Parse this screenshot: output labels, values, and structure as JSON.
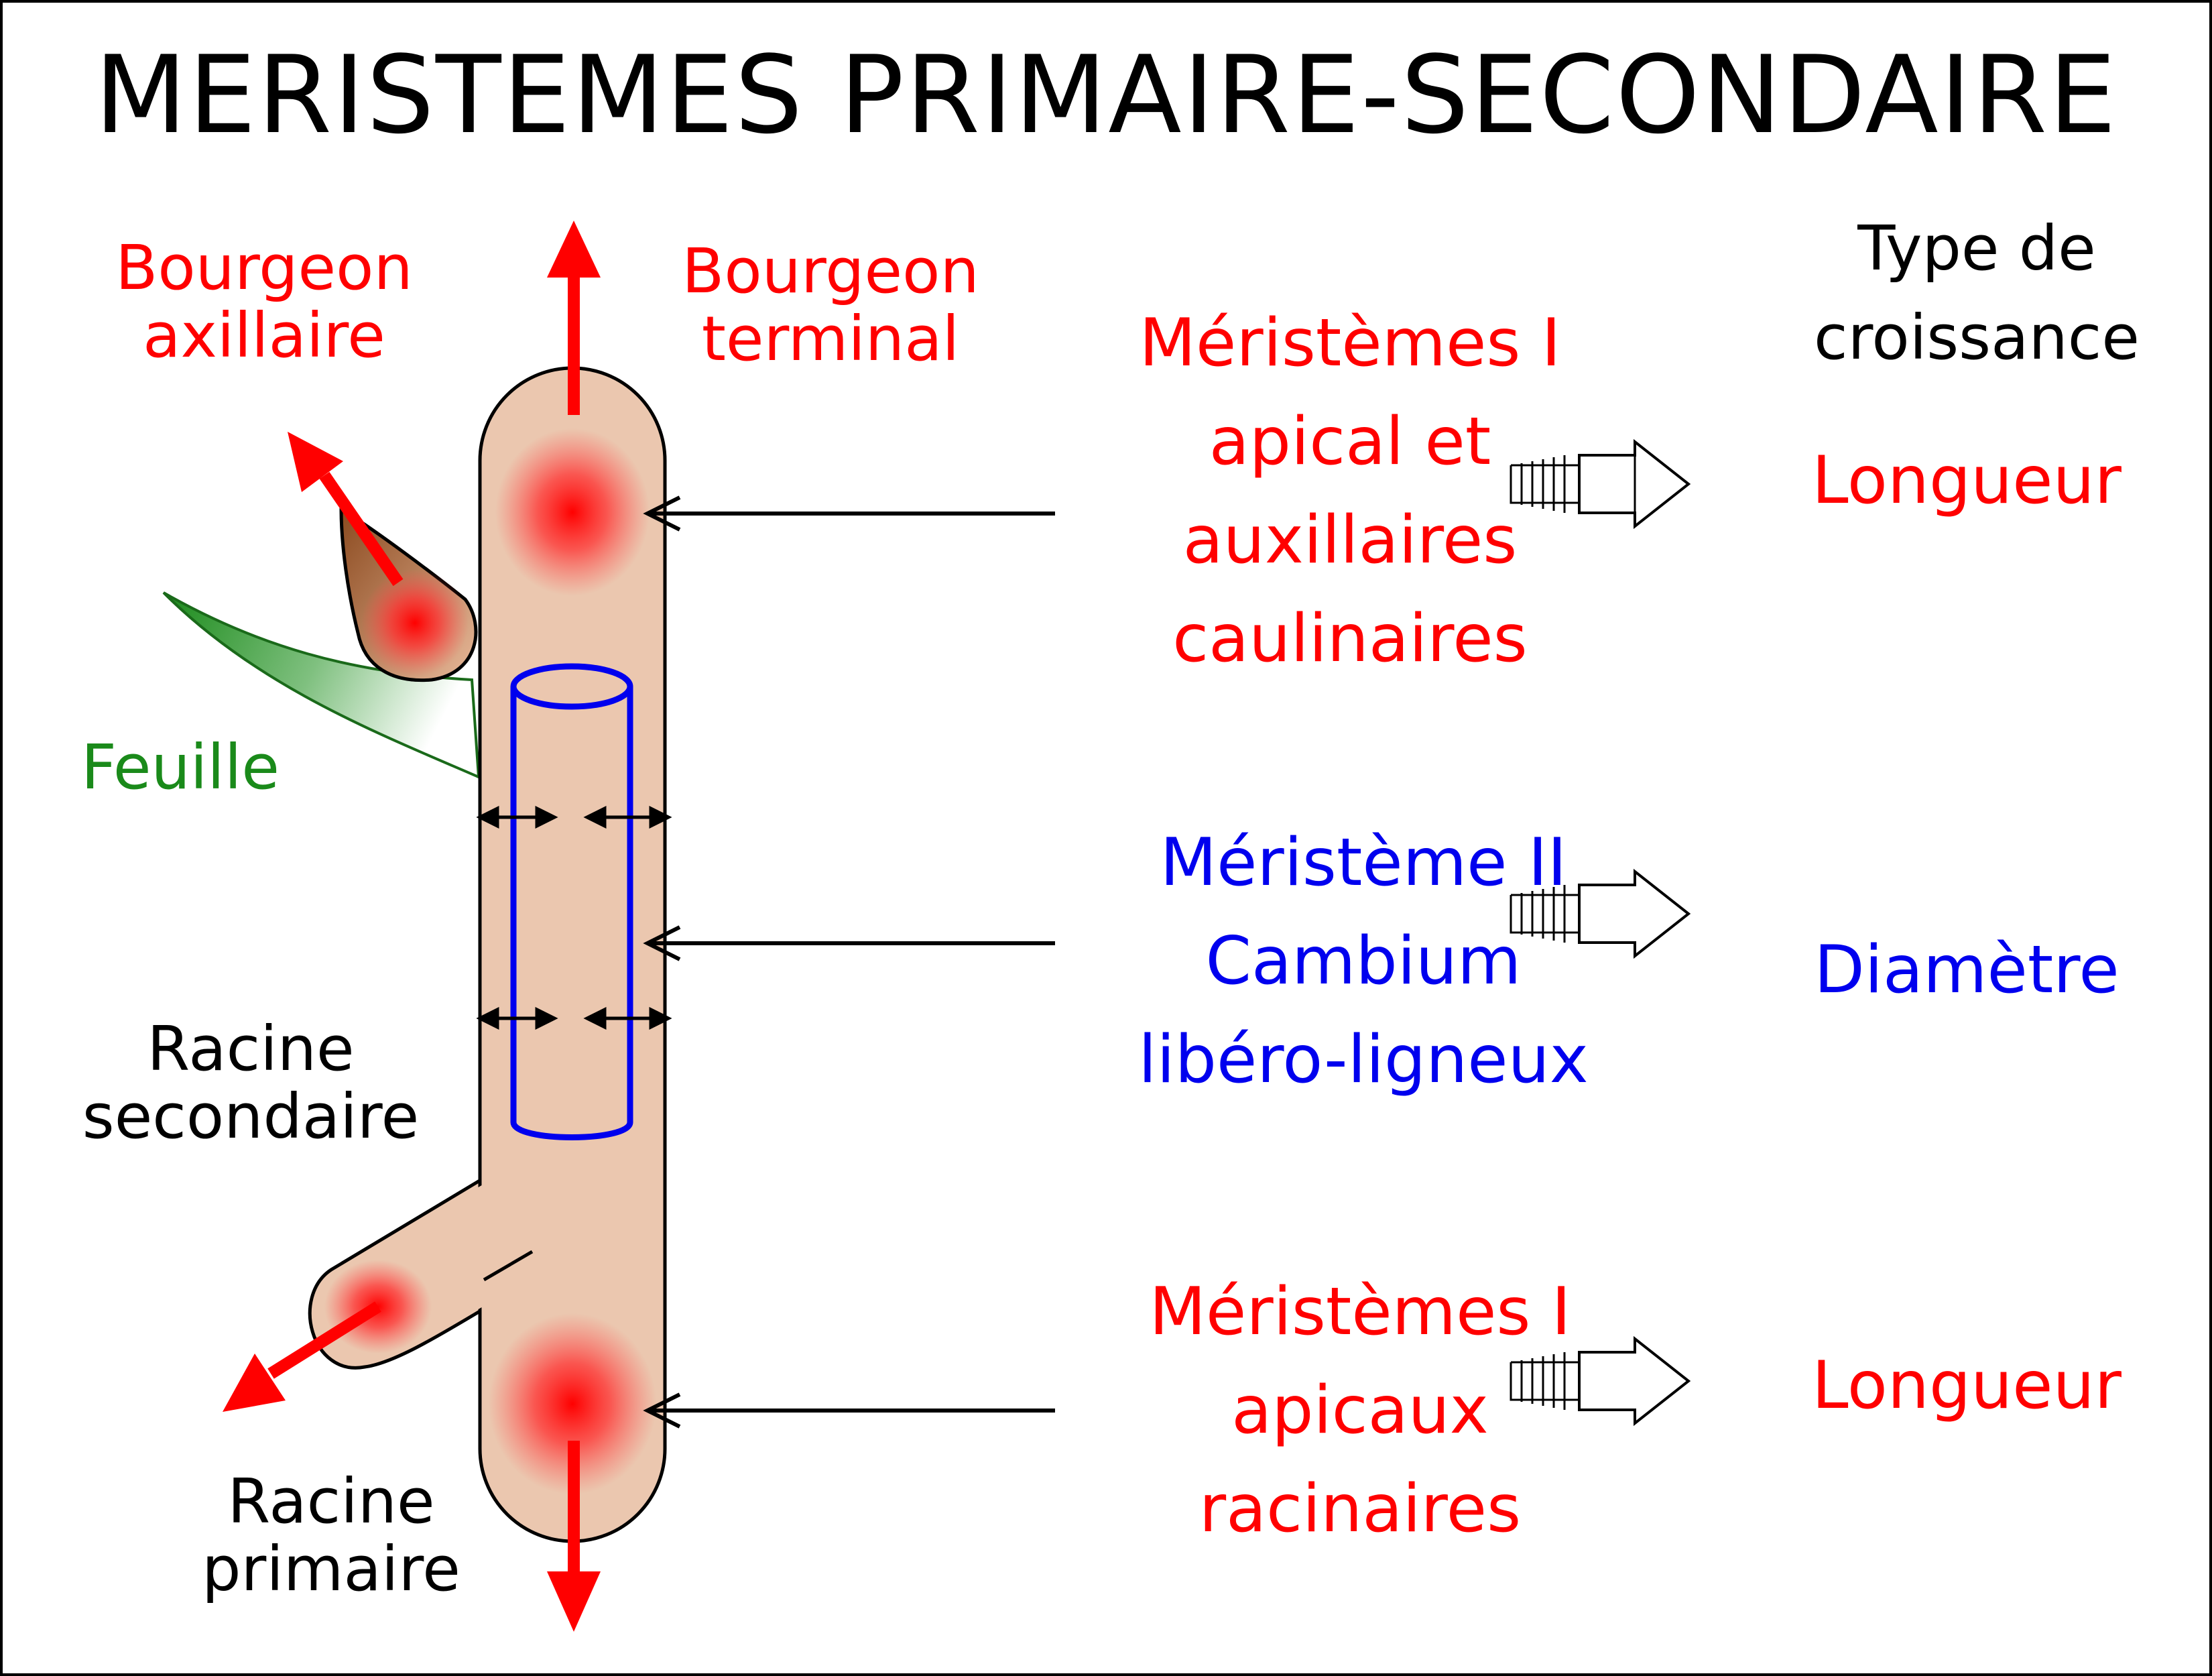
{
  "title": "MERISTEMES PRIMAIRE-SECONDAIRE",
  "labels": {
    "axillary_bud": "Bourgeon\naxillaire",
    "terminal_bud": "Bourgeon\nterminal",
    "leaf": "Feuille",
    "secondary_root": "Racine\nsecondaire",
    "primary_root": "Racine\nprimaire"
  },
  "meristems": {
    "apical_caulinary": "Méristèmes I\napical et\nauxillaires\ncaulinaires",
    "cambium": "Méristème II\nCambium\nlibéro-ligneux",
    "apical_root": "Méristèmes I\napicaux\nracinaires"
  },
  "growth": {
    "header": "Type de\ncroissance",
    "top": "Longueur",
    "middle": "Diamètre",
    "bottom": "Longueur"
  },
  "colors": {
    "primary": "#ff0000",
    "secondary": "#0000ee",
    "stem_fill": "#ebc7af",
    "leaf": "#1a8a1a"
  }
}
